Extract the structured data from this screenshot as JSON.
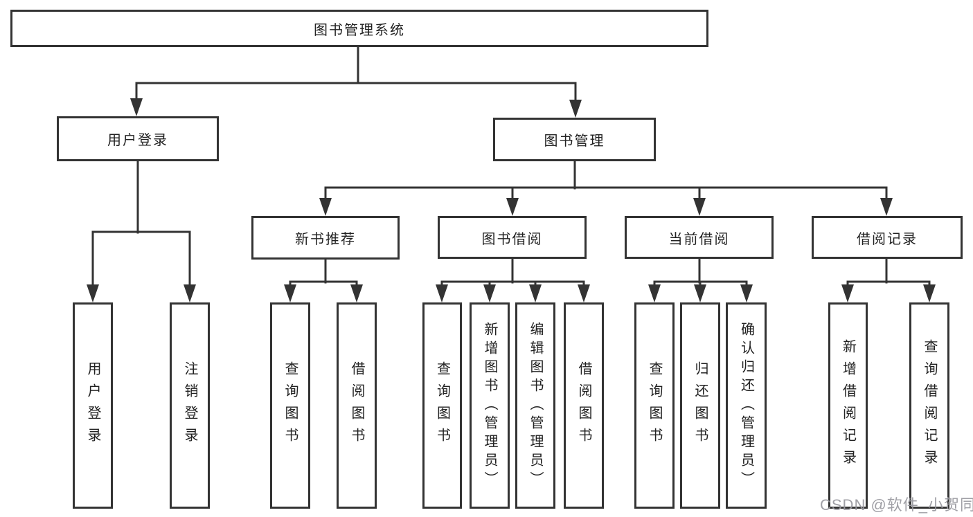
{
  "diagram": {
    "root": {
      "label": "图书管理系统"
    },
    "branches": {
      "user_login": {
        "label": "用户登录",
        "children": [
          {
            "label": "用户登录"
          },
          {
            "label": "注销登录"
          }
        ]
      },
      "book_management": {
        "label": "图书管理",
        "sections": [
          {
            "label": "新书推荐",
            "children": [
              {
                "label": "查询图书"
              },
              {
                "label": "借阅图书"
              }
            ]
          },
          {
            "label": "图书借阅",
            "children": [
              {
                "label": "查询图书"
              },
              {
                "label": "新增图书（管理员）"
              },
              {
                "label": "编辑图书（管理员）"
              },
              {
                "label": "借阅图书"
              }
            ]
          },
          {
            "label": "当前借阅",
            "children": [
              {
                "label": "查询图书"
              },
              {
                "label": "归还图书"
              },
              {
                "label": "确认归还（管理员）"
              }
            ]
          },
          {
            "label": "借阅记录",
            "children": [
              {
                "label": "新增借阅记录"
              },
              {
                "label": "查询借阅记录"
              }
            ]
          }
        ]
      }
    }
  },
  "watermark": {
    "text": "CSDN @软件_小贺同学"
  },
  "colors": {
    "line": "#333333",
    "box_fill": "#ffffff",
    "text": "#222222",
    "watermark": "#98989e"
  }
}
